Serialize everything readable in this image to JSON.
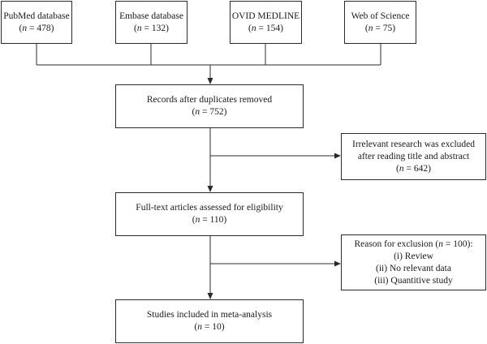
{
  "nodes": {
    "pubmed": {
      "title": "PubMed database",
      "n_label": "n",
      "n_value": "478"
    },
    "embase": {
      "title": "Embase database",
      "n_label": "n",
      "n_value": "132"
    },
    "ovid": {
      "title": "OVID MEDLINE",
      "n_label": "n",
      "n_value": "154"
    },
    "wos": {
      "title": "Web of Science",
      "n_label": "n",
      "n_value": "75"
    },
    "records": {
      "title": "Records after duplicates removed",
      "n_label": "n",
      "n_value": "752"
    },
    "excluded1": {
      "line1": "Irrelevant research was excluded",
      "line2": "after reading title and abstract",
      "n_label": "n",
      "n_value": "642"
    },
    "fulltext": {
      "title": "Full-text articles assessed for eligibility",
      "n_label": "n",
      "n_value": "110"
    },
    "excluded2": {
      "title_prefix": "Reason for exclusion (",
      "n_label": "n",
      "n_value": "100",
      "title_suffix": "):",
      "items": [
        "(i) Review",
        "(ii) No relevant data",
        "(iii) Quantitive study"
      ]
    },
    "included": {
      "title": "Studies included in meta-analysis",
      "n_label": "n",
      "n_value": "10"
    }
  }
}
